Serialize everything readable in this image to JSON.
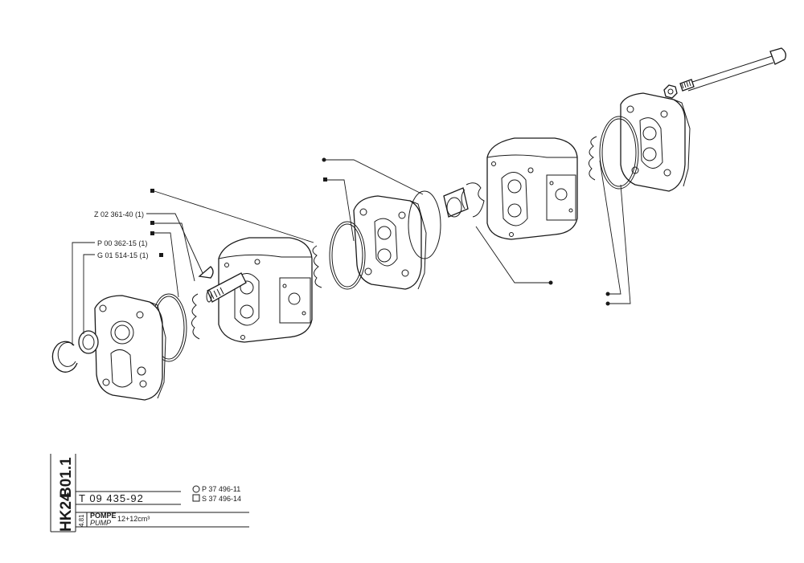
{
  "labels": {
    "z_ref": "Z 02 361-40 (1)",
    "p_ref": "P 00 362-15 (1)",
    "g_ref": "G 01 514-15 (1)"
  },
  "title_block": {
    "part_number": "T 09 435-92",
    "alt_circle": "P 37 496-11",
    "alt_square": "S 37 496-14",
    "name_fr": "POMPE",
    "name_en": "PUMP",
    "spec": "12+12cm³",
    "model": "HK24",
    "section": "B01.1",
    "date": "4.81"
  }
}
